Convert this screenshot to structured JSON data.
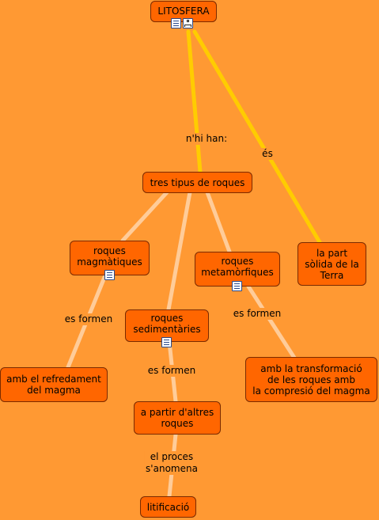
{
  "nodes": {
    "litosfera": {
      "label": "LITOSFERA",
      "icons": [
        "document-icon",
        "concept-map-icon"
      ]
    },
    "tres_tipus": {
      "label": "tres tipus de roques"
    },
    "magmatiques": {
      "label": "roques\nmagmàtiques",
      "icons": [
        "document-icon"
      ]
    },
    "metamorfiques": {
      "label": "roques\nmetamòrfiques",
      "icons": [
        "document-icon"
      ]
    },
    "sedimentaries": {
      "label": "roques\nsedimentàries",
      "icons": [
        "document-icon"
      ]
    },
    "part_solida": {
      "label": "la part\nsòlida de la\nTerra"
    },
    "refredament": {
      "label": "amb el refredament\ndel magma"
    },
    "transformacio": {
      "label": "amb la transformació\nde les roques amb\nla compresió del magma"
    },
    "altres_roques": {
      "label": "a partir d'altres\nroques"
    },
    "litificacio": {
      "label": "litificació"
    }
  },
  "links": {
    "nhi_han": "n'hi han:",
    "es": "és",
    "es_formen_mag": "es formen",
    "es_formen_met": "es formen",
    "es_formen_sed": "es formen",
    "el_proces": "el proces\ns'anomena"
  },
  "colors": {
    "background": "#ff9933",
    "node_fill": "#ff6600",
    "node_border": "#7a2a00",
    "primary_link": "#ffcc00",
    "secondary_link": "#ffcc99"
  }
}
